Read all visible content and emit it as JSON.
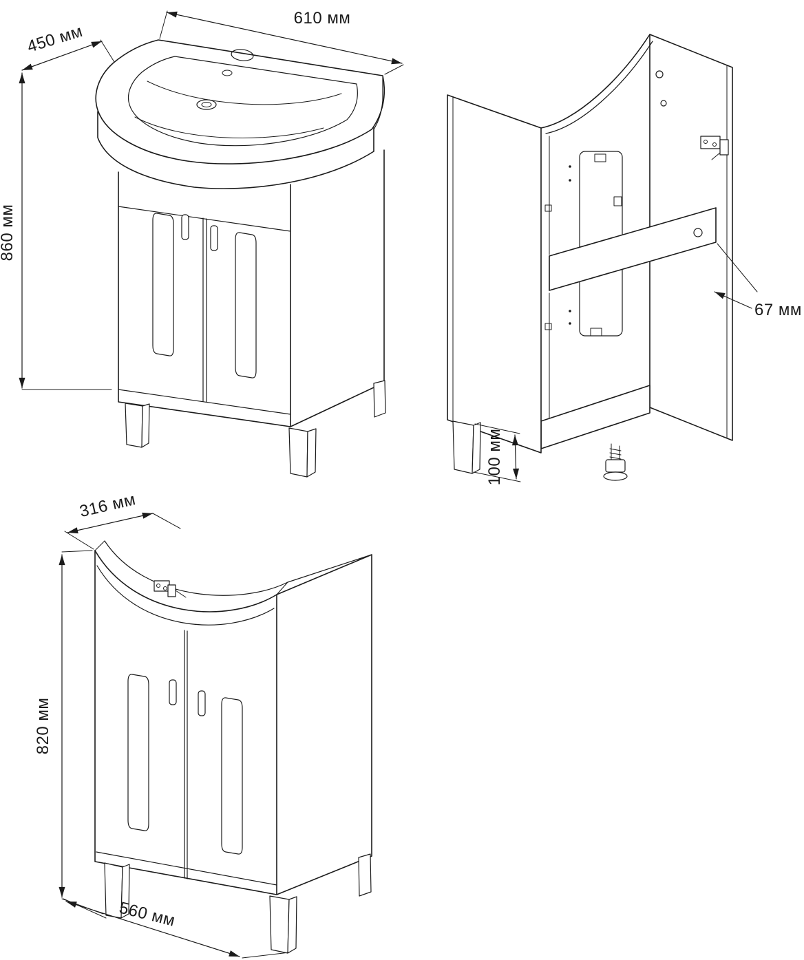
{
  "drawing": {
    "background": "#ffffff",
    "line_color": "#1b1b1b",
    "views": {
      "vanity_front": {
        "dims": {
          "depth": "450 мм",
          "width": "610 мм",
          "height": "860 мм"
        }
      },
      "cabinet_rear": {
        "dims": {
          "panel_width": "67 мм",
          "leg_height": "100 мм"
        }
      },
      "cabinet_front": {
        "dims": {
          "top_depth": "316 мм",
          "height": "820 мм",
          "width": "560 мм"
        }
      }
    }
  }
}
